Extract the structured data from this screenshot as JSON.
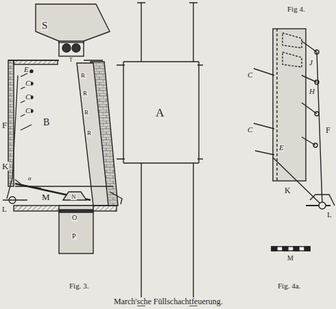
{
  "diagram": {
    "caption": "March'sche Füllschachtfeuerung.",
    "labels": [
      "S",
      "T",
      "A",
      "E",
      "C",
      "C",
      "C",
      "F",
      "B",
      "R",
      "R",
      "R",
      "R",
      "a",
      "K",
      "M",
      "L",
      "N",
      "O",
      "P",
      "Fig 4.",
      "J",
      "C",
      "H",
      "C",
      "F",
      "E",
      "K",
      "L",
      "M",
      "Fig. 3.",
      "Fig. 4a."
    ]
  }
}
